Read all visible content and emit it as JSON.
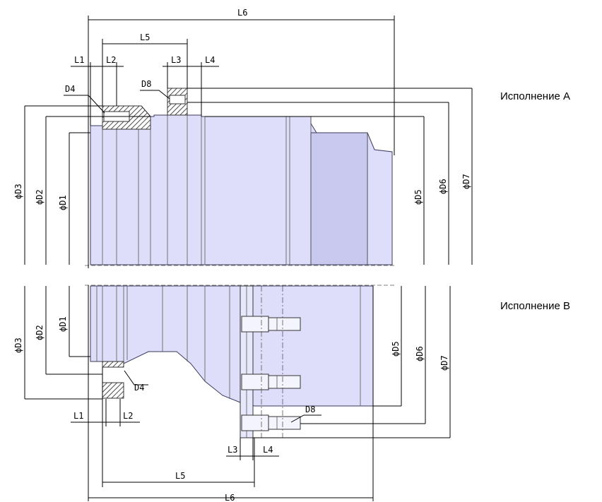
{
  "captions": {
    "variant_a": "Исполнение А",
    "variant_b": "Исполнение В"
  },
  "top_dims": {
    "l1": "L1",
    "l2": "L2",
    "l3": "L3",
    "l4": "L4",
    "l5": "L5",
    "l6": "L6",
    "d4": "D4",
    "d8": "D8",
    "d1": "ϕD1",
    "d2": "ϕD2",
    "d3": "ϕD3",
    "d5": "ϕD5",
    "d6": "ϕD6",
    "d7": "ϕD7"
  },
  "bottom_dims": {
    "l1": "L1",
    "l2": "L2",
    "l3": "L3",
    "l4": "L4",
    "l5": "L5",
    "l6": "L6",
    "d4": "D4",
    "d8": "D8",
    "d1": "ϕD1",
    "d2": "ϕD2",
    "d3": "ϕD3",
    "d5": "ϕD5",
    "d6": "ϕD6",
    "d7": "ϕD7"
  },
  "colors": {
    "part_fill": "#dedefa",
    "outline": "#3a3a5a"
  }
}
